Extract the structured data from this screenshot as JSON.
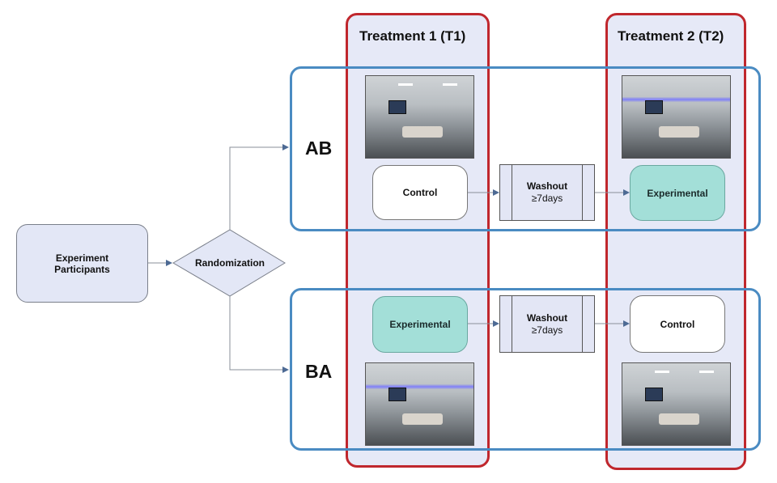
{
  "diagram": {
    "title": "Crossover study design",
    "start_node": {
      "line1": "Experiment",
      "line2": "Participants"
    },
    "decision_node": {
      "label": "Randomization"
    },
    "columns": [
      {
        "id": "t1",
        "title": "Treatment 1 (T1)"
      },
      {
        "id": "t2",
        "title": "Treatment 2 (T2)"
      }
    ],
    "sequences": [
      {
        "id": "ab",
        "label": "AB",
        "t1_condition": "Control",
        "washout_title": "Washout",
        "washout_duration": "≥7days",
        "t2_condition": "Experimental"
      },
      {
        "id": "ba",
        "label": "BA",
        "t1_condition": "Experimental",
        "washout_title": "Washout",
        "washout_duration": "≥7days",
        "t2_condition": "Control"
      }
    ],
    "photos": {
      "ab_t1": "simulation-room-photo-standard-lighting",
      "ab_t2": "simulation-room-photo-blue-lighting",
      "ba_t1": "simulation-room-photo-blue-lighting",
      "ba_t2": "simulation-room-photo-standard-lighting"
    },
    "colors": {
      "treatment_border": "#c0272d",
      "sequence_border": "#4a8bc2",
      "experimental_fill": "#a3dfd8",
      "control_fill": "#ffffff",
      "node_fill": "#e3e7f6"
    }
  }
}
